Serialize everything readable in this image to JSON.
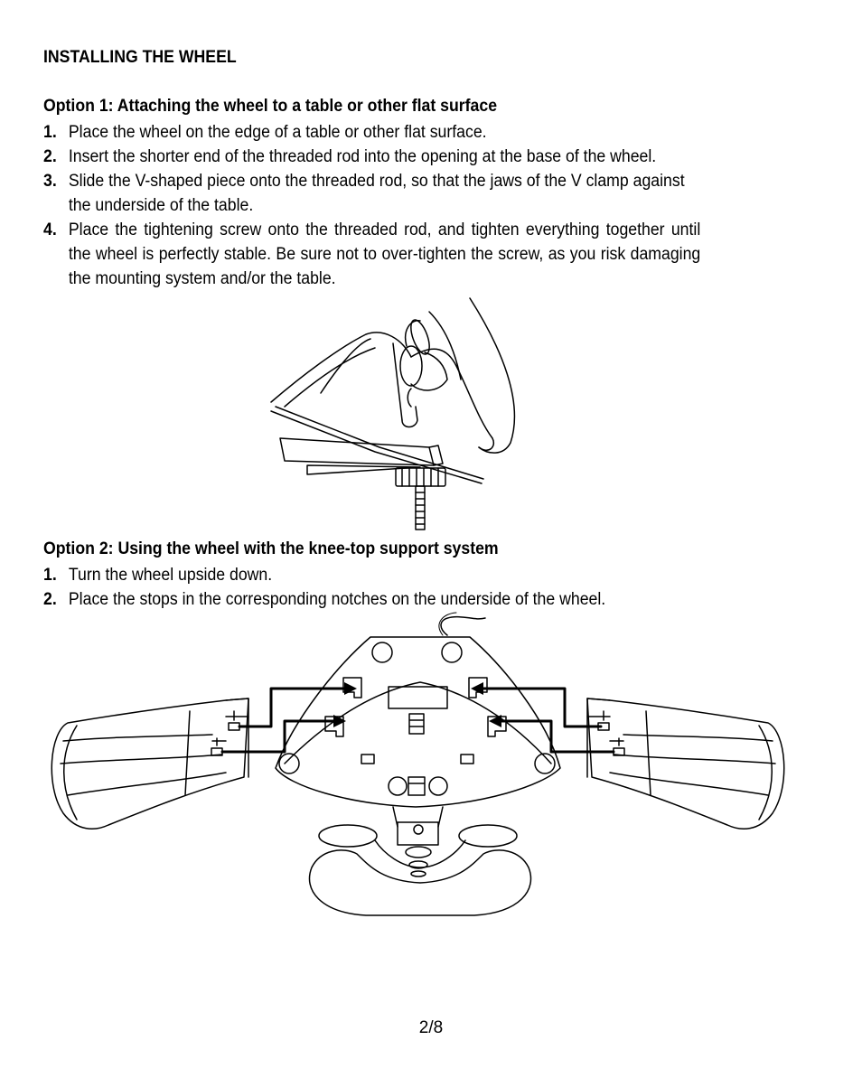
{
  "section_title": "INSTALLING THE WHEEL",
  "option1": {
    "heading": "Option 1: Attaching the wheel to a table or other flat surface",
    "steps": [
      {
        "num": "1.",
        "text": "Place the wheel on the edge of a table or other flat surface."
      },
      {
        "num": "2.",
        "text": "Insert the shorter end of the threaded rod into the opening at the base of the wheel."
      },
      {
        "num": "3.",
        "text": "Slide the V-shaped piece onto the threaded rod, so that the jaws of the V clamp against the underside of the table."
      },
      {
        "num": "4.",
        "text": "Place the tightening screw onto the threaded rod, and tighten everything together until the wheel is perfectly stable. Be sure not to over-tighten the screw, as you risk damaging the mounting system and/or the table."
      }
    ]
  },
  "option2": {
    "heading": "Option 2: Using the wheel with the knee-top support system",
    "steps": [
      {
        "num": "1.",
        "text": "Turn the wheel upside down."
      },
      {
        "num": "2.",
        "text": "Place the stops in the corresponding notches on the underside of the wheel."
      }
    ]
  },
  "page_number": "2/8"
}
